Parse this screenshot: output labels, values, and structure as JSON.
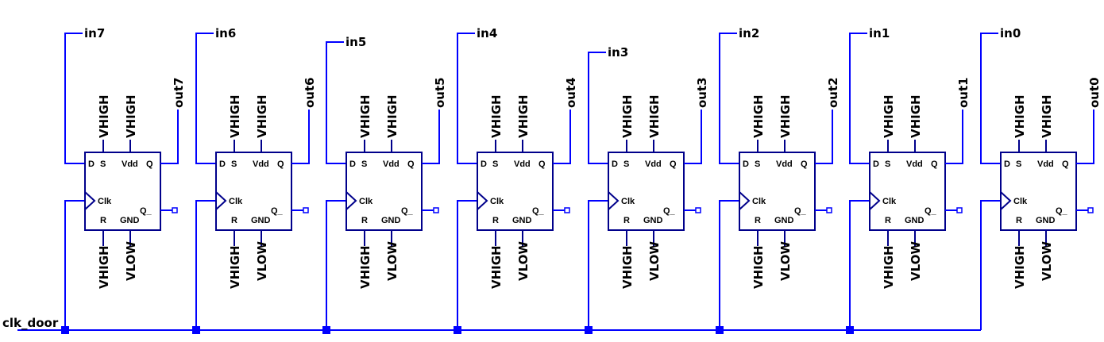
{
  "schematic": {
    "clock_net": "clk_door",
    "pins": {
      "d": "D",
      "s": "S",
      "vdd": "Vdd",
      "q": "Q",
      "clk": "Clk",
      "r": "R",
      "gnd": "GND",
      "qn": "Q_"
    },
    "flipflops": [
      {
        "input": "in7",
        "output": "out7",
        "s_net": "VHIGH",
        "vdd_net": "VHIGH",
        "r_net": "VHIGH",
        "gnd_net": "VLOW"
      },
      {
        "input": "in6",
        "output": "out6",
        "s_net": "VHIGH",
        "vdd_net": "VHIGH",
        "r_net": "VHIGH",
        "gnd_net": "VLOW"
      },
      {
        "input": "in5",
        "output": "out5",
        "s_net": "VHIGH",
        "vdd_net": "VHIGH",
        "r_net": "VHIGH",
        "gnd_net": "VLOW"
      },
      {
        "input": "in4",
        "output": "out4",
        "s_net": "VHIGH",
        "vdd_net": "VHIGH",
        "r_net": "VHIGH",
        "gnd_net": "VLOW"
      },
      {
        "input": "in3",
        "output": "out3",
        "s_net": "VHIGH",
        "vdd_net": "VHIGH",
        "r_net": "VHIGH",
        "gnd_net": "VLOW"
      },
      {
        "input": "in2",
        "output": "out2",
        "s_net": "VHIGH",
        "vdd_net": "VHIGH",
        "r_net": "VHIGH",
        "gnd_net": "VLOW"
      },
      {
        "input": "in1",
        "output": "out1",
        "s_net": "VHIGH",
        "vdd_net": "VHIGH",
        "r_net": "VHIGH",
        "gnd_net": "VLOW"
      },
      {
        "input": "in0",
        "output": "out0",
        "s_net": "VHIGH",
        "vdd_net": "VHIGH",
        "r_net": "VHIGH",
        "gnd_net": "VLOW"
      }
    ]
  }
}
